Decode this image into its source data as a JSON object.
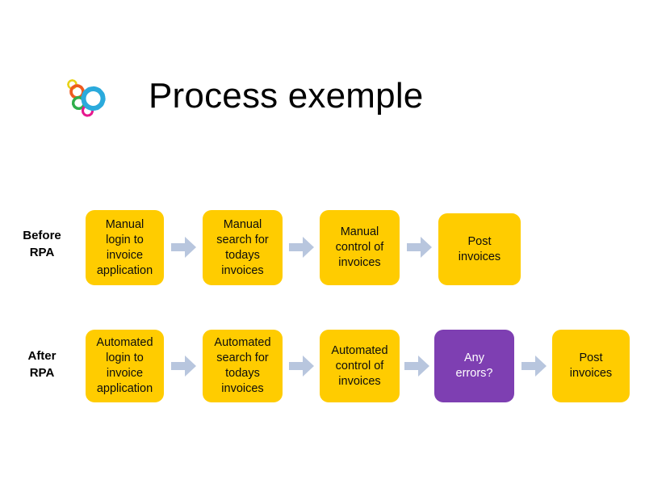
{
  "slide": {
    "title": "Process exemple",
    "background_color": "#ffffff",
    "logo": {
      "icon": "gears-icon",
      "gear_colors": [
        "#E8D317",
        "#EE5B1F",
        "#2FAE4B",
        "#E6188E",
        "#2BAADC"
      ]
    }
  },
  "colors": {
    "box_yellow": "#FFCC00",
    "box_purple": "#7E3FB2",
    "arrow": "#B8C6DE",
    "text_dark": "#0D0D0D",
    "text_light": "#FFFFFF"
  },
  "rows": [
    {
      "label": "Before\nRPA",
      "label_line1": "Before",
      "label_line2": "RPA",
      "steps": [
        {
          "label": "Manual\nlogin to\ninvoice\napplication",
          "color": "yellow"
        },
        {
          "label": "Manual\nsearch for\ntodays\ninvoices",
          "color": "yellow"
        },
        {
          "label": "Manual\ncontrol of\ninvoices",
          "color": "yellow"
        },
        {
          "label": "Post\ninvoices",
          "color": "yellow"
        }
      ],
      "arrows": 3
    },
    {
      "label": "After\nRPA",
      "label_line1": "After",
      "label_line2": "RPA",
      "steps": [
        {
          "label": "Automated\nlogin to\ninvoice\napplication",
          "color": "yellow"
        },
        {
          "label": "Automated\nsearch for\ntodays\ninvoices",
          "color": "yellow"
        },
        {
          "label": "Automated\ncontrol of\ninvoices",
          "color": "yellow"
        },
        {
          "label": "Any\nerrors?",
          "color": "purple"
        },
        {
          "label": "Post\ninvoices",
          "color": "yellow"
        }
      ],
      "arrows": 4
    }
  ]
}
